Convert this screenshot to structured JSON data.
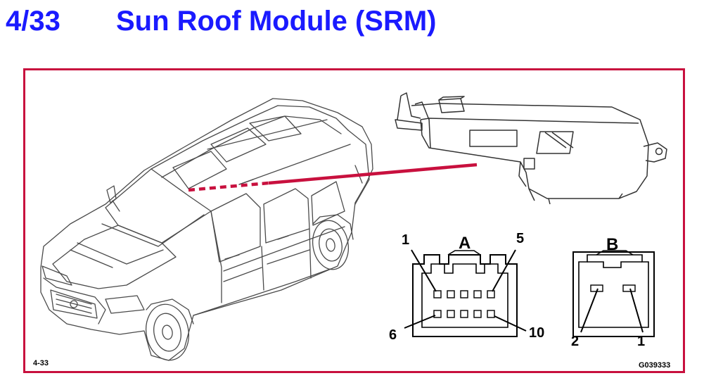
{
  "header": {
    "page_number": "4/33",
    "title": "Sun Roof Module (SRM)"
  },
  "connector_a": {
    "label": "A",
    "pins": {
      "top_left": "1",
      "top_right": "5",
      "bottom_left": "6",
      "bottom_right": "10"
    }
  },
  "connector_b": {
    "label": "B",
    "pins": {
      "left": "2",
      "right": "1"
    }
  },
  "footer": {
    "figure_ref": "4-33",
    "part_code": "G039333"
  },
  "colors": {
    "title": "#1a1aff",
    "frame": "#c8103e",
    "pointer": "#c8103e"
  }
}
